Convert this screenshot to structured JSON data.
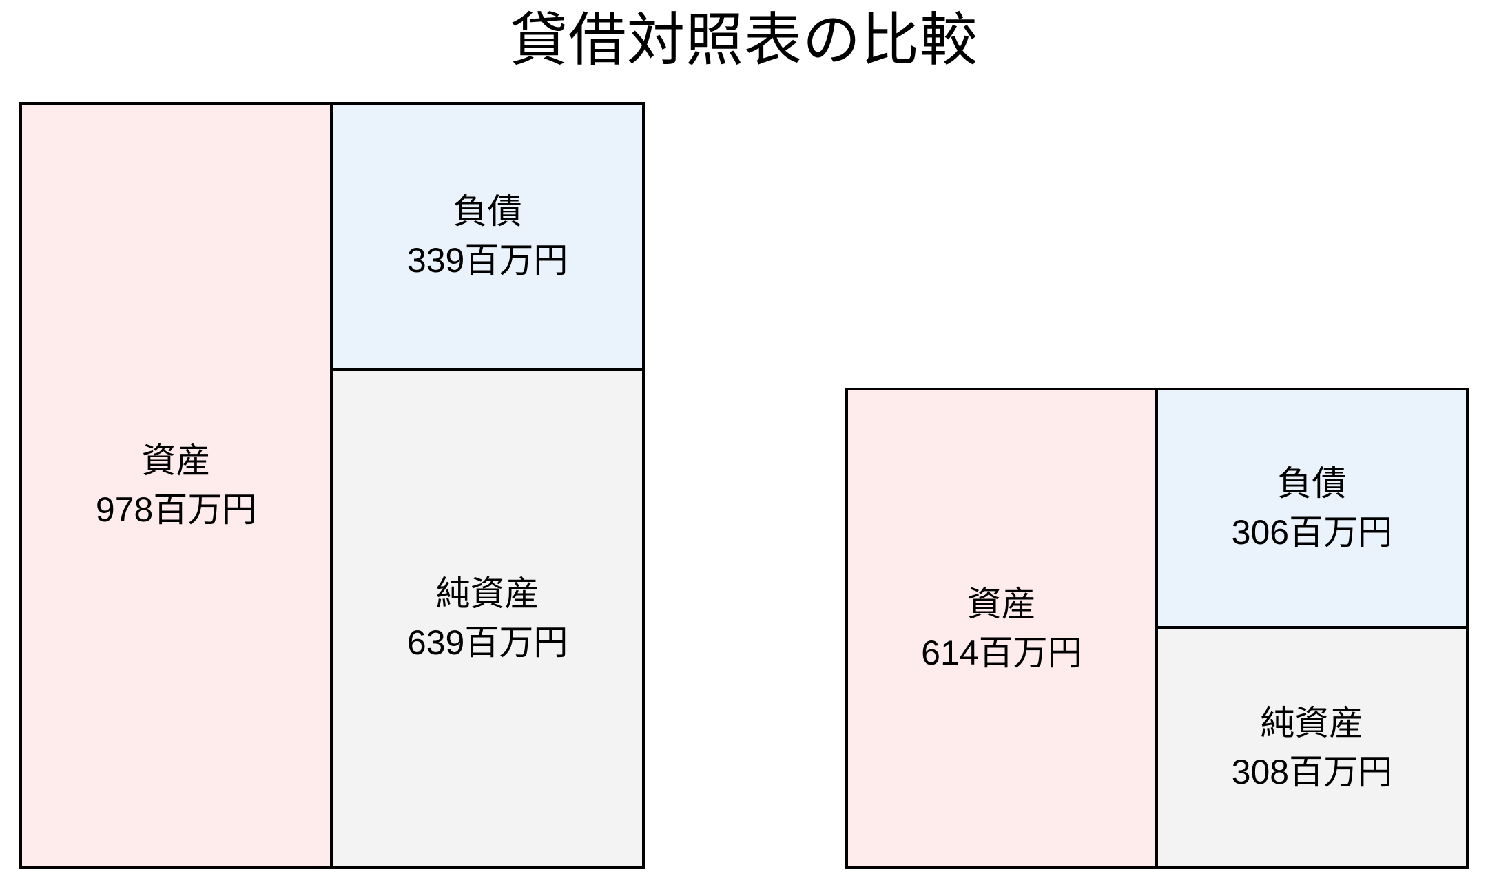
{
  "title": "貸借対照表の比較",
  "chart_data": {
    "type": "bar",
    "subtype": "balance-sheet-boxes",
    "title": "貸借対照表の比較",
    "unit": "百万円",
    "legend": false,
    "grid": false,
    "layout_hint": "two box diagrams, heights proportional to values, right diagram bottom-aligned with left",
    "balance_sheets": [
      {
        "assets": {
          "label": "資産",
          "value": 978,
          "value_label": "978百万円",
          "color": "#fdeceb"
        },
        "liabilities": {
          "label": "負債",
          "value": 339,
          "value_label": "339百万円",
          "color": "#eaf2fb"
        },
        "net_assets": {
          "label": "純資産",
          "value": 639,
          "value_label": "639百万円",
          "color": "#f3f3f3"
        }
      },
      {
        "assets": {
          "label": "資産",
          "value": 614,
          "value_label": "614百万円",
          "color": "#fdeceb"
        },
        "liabilities": {
          "label": "負債",
          "value": 306,
          "value_label": "306百万円",
          "color": "#eaf2fb"
        },
        "net_assets": {
          "label": "純資産",
          "value": 308,
          "value_label": "308百万円",
          "color": "#f3f3f3"
        }
      }
    ],
    "colors": {
      "assets": "#fdeceb",
      "liabilities": "#eaf2fb",
      "net_assets": "#f3f3f3",
      "border": "#000000",
      "text": "#000000",
      "background": "#ffffff"
    }
  }
}
